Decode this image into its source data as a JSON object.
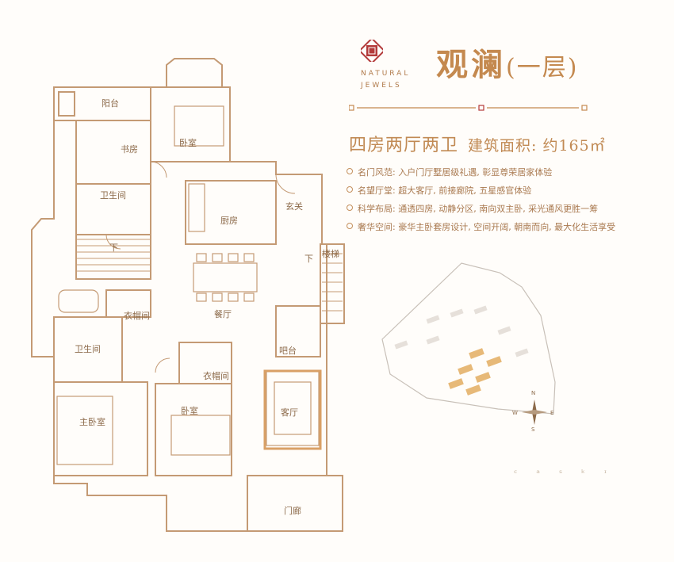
{
  "header": {
    "logo": {
      "icon": "seal-logo-icon",
      "color": "#b33a3a"
    },
    "brand_en_line1": "NATURAL",
    "brand_en_line2": "JEWELS",
    "title_main": "观澜",
    "title_sub": "(一层)",
    "subtitle": "四房两厅两卫",
    "area_label": "建筑面积: 约165㎡"
  },
  "features": [
    "名门风范: 入户门厅墅居级礼遇, 彰显尊荣居家体验",
    "名望厅堂: 超大客厅, 前接廊院, 五星感官体验",
    "科学布局: 通透四房, 动静分区, 南向双主卧, 采光通风更胜一筹",
    "奢华空间: 豪华主卧套房设计, 空间开阔, 朝南而向, 最大化生活享受"
  ],
  "rooms": {
    "balcony": "阳台",
    "study": "书房",
    "bedroom_north": "卧室",
    "bathroom_north": "卫生间",
    "kitchen": "厨房",
    "entrance": "玄关",
    "stairs": "楼梯",
    "down_mark_left": "下",
    "down_mark_right": "下",
    "dining": "餐厅",
    "closet_west": "衣帽间",
    "bathroom_south": "卫生间",
    "bar": "吧台",
    "closet_middle": "衣帽间",
    "master_bedroom": "主卧室",
    "bedroom_south": "卧室",
    "living": "客厅",
    "porch": "门廊"
  },
  "compass": {
    "north": "N",
    "south": "S",
    "east": "E",
    "west": "W"
  },
  "colors": {
    "wall": "#c49a74",
    "accent": "#c4894f",
    "highlight": "#d9a066",
    "text": "#a9794f"
  },
  "signature": "ᶜ ᵃ ˢ ᵏ ᶦ"
}
